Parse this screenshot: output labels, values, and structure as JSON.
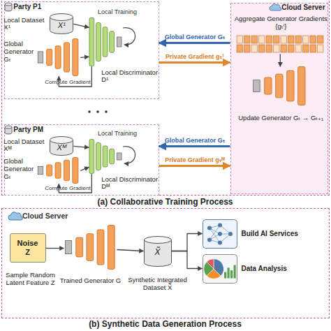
{
  "diagram": {
    "nodes": [
      {
        "text": [
          "(a) Collaborative Training Process"
        ]
      },
      {
        "text": [
          "Party P1"
        ],
        "in": 0
      },
      {
        "text": [
          "Local Dataset X¹",
          "X¹"
        ],
        "in": 1
      },
      {
        "text": [
          "Global Generator Gₜ"
        ],
        "in": 1
      },
      {
        "text": [
          "Local Discriminator D¹"
        ],
        "in": 1
      },
      {
        "text": [
          "Party PM"
        ],
        "in": 0
      },
      {
        "text": [
          "Local Dataset Xᴹ",
          "Xᴹ"
        ],
        "in": 5
      },
      {
        "text": [
          "Global Generator Gₜ"
        ],
        "in": 5
      },
      {
        "text": [
          "Local Discriminator Dᴹ"
        ],
        "in": 5
      },
      {
        "text": [
          "Cloud Server"
        ],
        "in": 0
      },
      {
        "text": [
          "Aggregate Generator Gradients {gₜⁱ}"
        ],
        "in": 9
      },
      {
        "text": [
          "Update Generator Gₜ → Gₜ₊₁"
        ],
        "in": 9
      },
      {
        "text": [
          "(b) Synthetic Data Generation Process"
        ]
      },
      {
        "text": [
          "Noise Z",
          "Sample Random Latent Feature Z"
        ],
        "in": 12
      },
      {
        "text": [
          "Trained Generator G"
        ],
        "in": 12
      },
      {
        "text": [
          "X̃",
          "Synthetic Integrated Dataset X̃"
        ],
        "in": 12
      },
      {
        "text": [
          "Build AI Services"
        ],
        "in": 12
      },
      {
        "text": [
          "Data Analysis"
        ],
        "in": 12
      }
    ],
    "edges": [
      {
        "from": 2,
        "to": 4,
        "arrow": "to"
      },
      {
        "from": 3,
        "to": 4,
        "arrow": "to"
      },
      {
        "from": 4,
        "to": 3,
        "label": "Compute Gradient",
        "arrow": "to"
      },
      {
        "from": 9,
        "to": 1,
        "label": "Global Generator Gₜ",
        "arrow": "to"
      },
      {
        "from": 1,
        "to": 9,
        "label": "Private Gradient gₜ¹",
        "arrow": "to"
      },
      {
        "from": 9,
        "to": 5,
        "label": "Global Generator Gₜ",
        "arrow": "to"
      },
      {
        "from": 5,
        "to": 9,
        "label": "Private Gradient gₜᴹ",
        "arrow": "to"
      },
      {
        "from": 6,
        "to": 8,
        "arrow": "to"
      },
      {
        "from": 7,
        "to": 8,
        "arrow": "to"
      },
      {
        "from": 8,
        "to": 7,
        "label": "Compute Gradient",
        "arrow": "to"
      },
      {
        "from": 10,
        "to": 11,
        "arrow": "to"
      },
      {
        "from": 13,
        "to": 14,
        "arrow": "to"
      },
      {
        "from": 14,
        "to": 15,
        "arrow": "to"
      },
      {
        "from": 15,
        "to": 16,
        "arrow": "to"
      },
      {
        "from": 15,
        "to": 17,
        "arrow": "to"
      }
    ],
    "labels": [
      "Local Training",
      "Local Training",
      "Cloud Server"
    ]
  }
}
